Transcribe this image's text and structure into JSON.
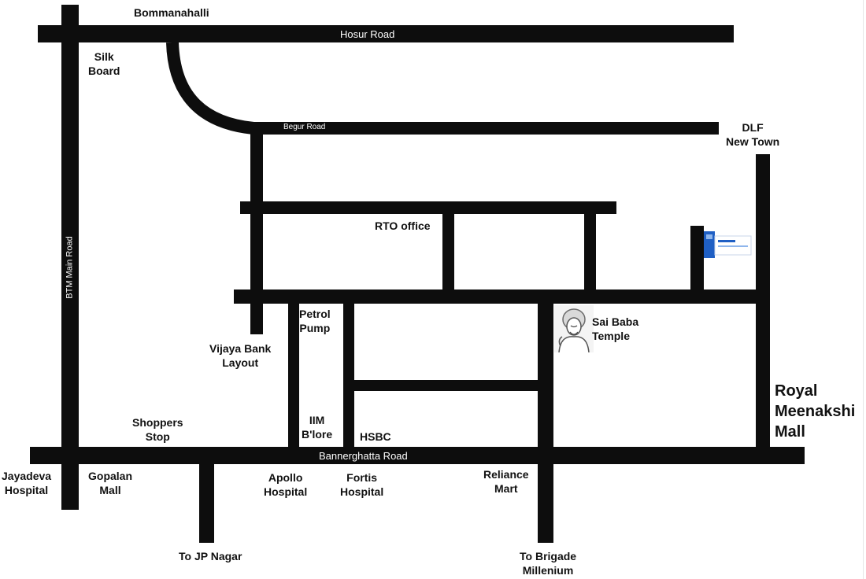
{
  "roads": {
    "hosur": "Hosur Road",
    "begur": "Begur Road",
    "btm": "BTM Main Road",
    "bannerghatta": "Bannerghatta Road"
  },
  "places": {
    "bommanahalli": "Bommanahalli",
    "silk_board": [
      "Silk",
      "Board"
    ],
    "dlf": [
      "DLF",
      "New Town"
    ],
    "rto": "RTO office",
    "petrol_pump": [
      "Petrol",
      "Pump"
    ],
    "sai_baba": [
      "Sai Baba",
      "Temple"
    ],
    "vijaya_bank": [
      "Vijaya Bank",
      "Layout"
    ],
    "royal_meenakshi": [
      "Royal",
      "Meenakshi",
      "Mall"
    ],
    "shoppers_stop": [
      "Shoppers",
      "Stop"
    ],
    "iim": [
      "IIM",
      "B'lore"
    ],
    "hsbc": "HSBC",
    "jayadeva": [
      "Jayadeva",
      "Hospital"
    ],
    "gopalan": [
      "Gopalan",
      "Mall"
    ],
    "apollo": [
      "Apollo",
      "Hospital"
    ],
    "fortis": [
      "Fortis",
      "Hospital"
    ],
    "reliance": [
      "Reliance",
      "Mart"
    ],
    "jp_nagar": "To JP Nagar",
    "brigade": [
      "To Brigade",
      "Millenium"
    ]
  },
  "icons": {
    "project_marker": "building-marker-icon",
    "temple_marker": "sai-baba-portrait-icon"
  },
  "colors": {
    "road": "#0d0d0d",
    "background": "#ffffff",
    "marker": "#1f5fc4"
  }
}
